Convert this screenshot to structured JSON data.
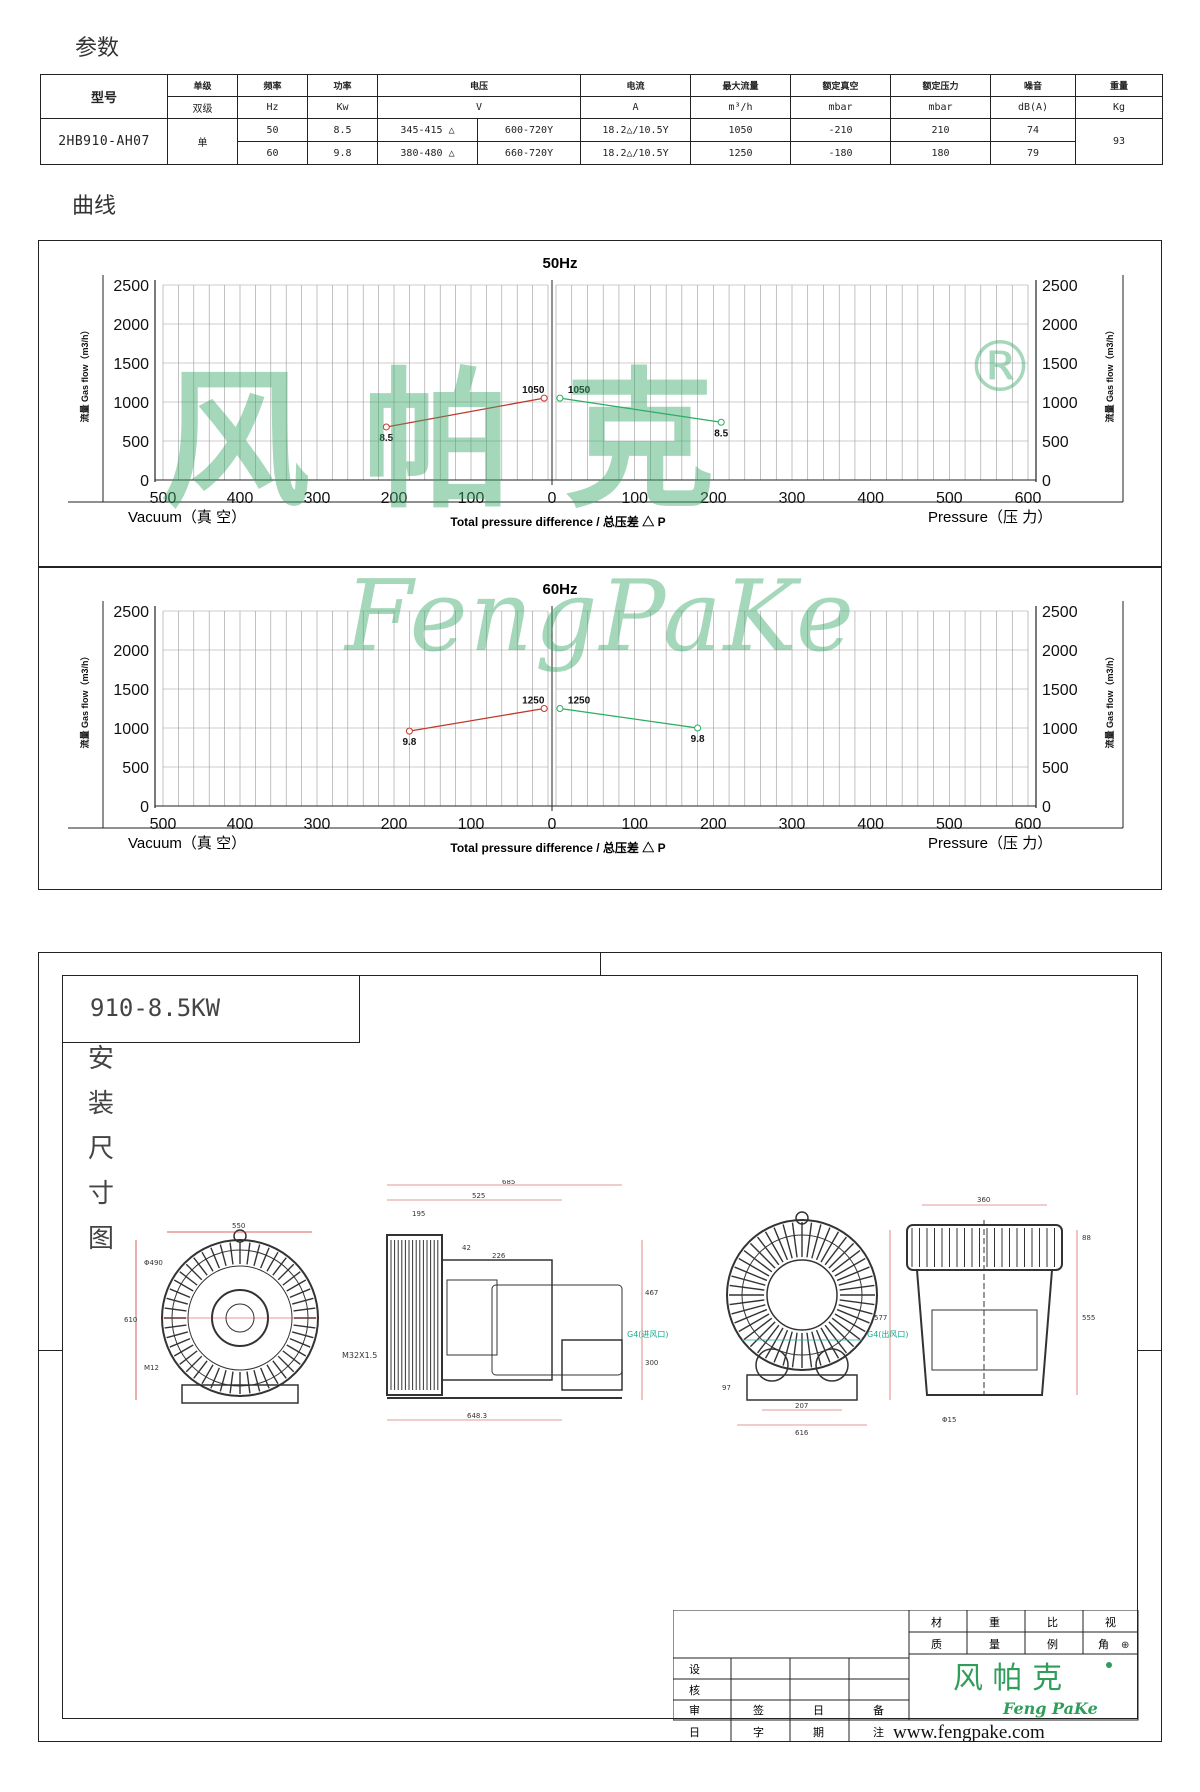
{
  "section_params": "参数",
  "section_curve": "曲线",
  "spec_table": {
    "header1": [
      "型号",
      "单级",
      "频率",
      "功率",
      "电压",
      "电流",
      "最大流量",
      "额定真空",
      "额定压力",
      "噪音",
      "重量"
    ],
    "header2": [
      "双级",
      "Hz",
      "Kw",
      "V",
      "A",
      "m³/h",
      "mbar",
      "mbar",
      "dB(A)",
      "Kg"
    ],
    "model": "2HB910-AH07",
    "stage": "单",
    "weight": "93",
    "rows": [
      {
        "hz": "50",
        "kw": "8.5",
        "v1": "345-415 △",
        "v2": "600-720Y",
        "a": "18.2△/10.5Y",
        "flow": "1050",
        "vac": "-210",
        "press": "210",
        "noise": "74"
      },
      {
        "hz": "60",
        "kw": "9.8",
        "v1": "380-480 △",
        "v2": "660-720Y",
        "a": "18.2△/10.5Y",
        "flow": "1250",
        "vac": "-180",
        "press": "180",
        "noise": "79"
      }
    ]
  },
  "chart_data": [
    {
      "type": "line",
      "title": "50Hz",
      "ylabel": "流量 Gas flow（m3/h）",
      "ylim": [
        0,
        2500
      ],
      "y_ticks": [
        "2500",
        "2000",
        "1500",
        "1000",
        "500",
        "0"
      ],
      "vacuum_x_ticks": [
        "500",
        "400",
        "300",
        "200",
        "100",
        "0"
      ],
      "pressure_x_ticks": [
        "100",
        "200",
        "300",
        "400",
        "500",
        "600"
      ],
      "vacuum_label": "Vacuum（真 空）",
      "pressure_label": "Pressure（压 力）",
      "center_label": "Total pressure difference / 总压差 △ P",
      "series": [
        {
          "side": "vacuum",
          "color": "#c0392b",
          "points": [
            {
              "x": 210,
              "y": 680
            },
            {
              "x": 5,
              "y": 1050
            }
          ],
          "labels": [
            "8.5",
            "1050"
          ]
        },
        {
          "side": "pressure",
          "color": "#27ae60",
          "points": [
            {
              "x": 5,
              "y": 1050
            },
            {
              "x": 210,
              "y": 740
            }
          ],
          "labels": [
            "1050",
            "8.5"
          ]
        }
      ]
    },
    {
      "type": "line",
      "title": "60Hz",
      "ylabel": "流量 Gas flow（m3/h）",
      "ylim": [
        0,
        2500
      ],
      "y_ticks": [
        "2500",
        "2000",
        "1500",
        "1000",
        "500",
        "0"
      ],
      "vacuum_x_ticks": [
        "500",
        "400",
        "300",
        "200",
        "100",
        "0"
      ],
      "pressure_x_ticks": [
        "100",
        "200",
        "300",
        "400",
        "500",
        "600"
      ],
      "vacuum_label": "Vacuum（真 空）",
      "pressure_label": "Pressure（压 力）",
      "center_label": "Total pressure difference / 总压差 △ P",
      "series": [
        {
          "side": "vacuum",
          "color": "#c0392b",
          "points": [
            {
              "x": 180,
              "y": 960
            },
            {
              "x": 5,
              "y": 1250
            }
          ],
          "labels": [
            "9.8",
            "1250"
          ]
        },
        {
          "side": "pressure",
          "color": "#27ae60",
          "points": [
            {
              "x": 5,
              "y": 1250
            },
            {
              "x": 180,
              "y": 1000
            }
          ],
          "labels": [
            "1250",
            "9.8"
          ]
        }
      ]
    }
  ],
  "watermark": {
    "cn": "风 帕 克",
    "en": "FengPaKe",
    "reg": "®",
    "color": "#3aa86a"
  },
  "drawing": {
    "model_label": "910-8.5KW",
    "vertical_label": [
      "安",
      "装",
      "尺",
      "寸",
      "图"
    ],
    "dims": {
      "front_width": "550",
      "front_dia": "Φ490",
      "front_h": "610",
      "front_bolt": "M12",
      "side_total": "685",
      "side_body": "525",
      "side_195": "195",
      "side_42": "42",
      "side_226": "226",
      "side_cable": "M32X1.5",
      "side_base": "648.3",
      "side_h1": "467",
      "side_h2": "300",
      "back_port_l": "G4(进风口)",
      "back_port_r": "G4(出风口)",
      "back_207": "207",
      "back_616": "616",
      "back_h": "97",
      "top_360": "360",
      "top_577": "577",
      "top_555": "555",
      "top_88": "88",
      "top_ph": "Φ15"
    },
    "title_block": {
      "row1": [
        "材",
        "重",
        "比",
        "视"
      ],
      "row2": [
        "质",
        "量",
        "例",
        "角"
      ],
      "left_col": [
        "设",
        "核",
        "审",
        "日"
      ],
      "bottom_row": [
        "签",
        "日",
        "备"
      ],
      "bottom_row2": [
        "字",
        "期",
        "注"
      ],
      "logo_cn": "风 帕 克",
      "logo_en": "Feng PaKe",
      "website": "www.fengpake.com"
    }
  }
}
